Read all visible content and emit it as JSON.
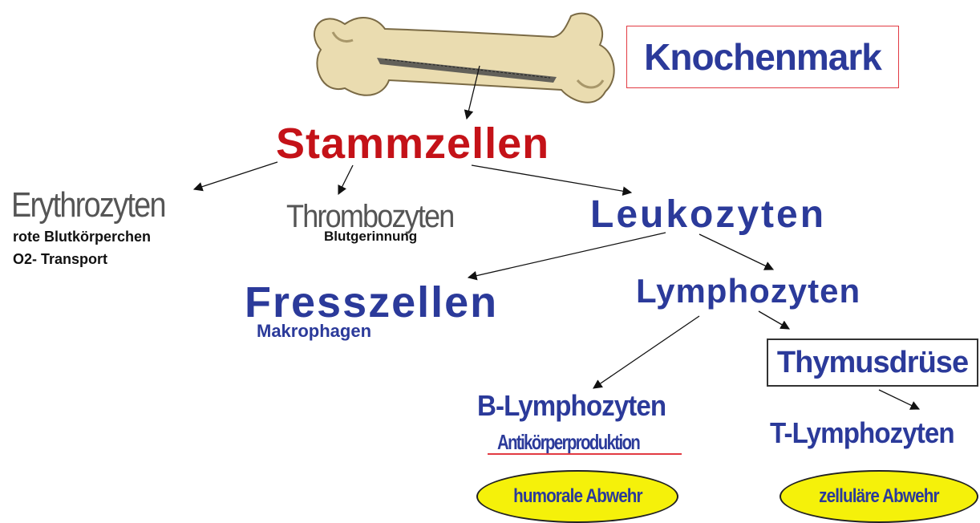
{
  "diagram": {
    "title": "Knochenmark",
    "nodes": {
      "stammzellen": "Stammzellen",
      "erythrozyten": "Erythrozyten",
      "erythrozyten_sub1": "rote Blutkörperchen",
      "erythrozyten_sub2": "O2- Transport",
      "thrombozyten": "Thrombozyten",
      "thrombozyten_sub": "Blutgerinnung",
      "leukozyten": "Leukozyten",
      "fresszellen": "Fresszellen",
      "fresszellen_sub": "Makrophagen",
      "lymphozyten": "Lymphozyten",
      "thymus": "Thymusdrüse",
      "b_lymphozyten": "B-Lymphozyten",
      "b_lymphozyten_sub": "Antikörperproduktion",
      "t_lymphozyten": "T-Lymphozyten",
      "humoral": "humorale Abwehr",
      "zellular": "zelluläre Abwehr"
    },
    "colors": {
      "blue_text": "#2b3a9a",
      "red_text": "#c41218",
      "grey_text": "#555555",
      "highlight": "#f5f10a",
      "title_border": "#e23b43",
      "bone": "#eadcb0"
    },
    "icons": [
      "bone-icon"
    ]
  }
}
